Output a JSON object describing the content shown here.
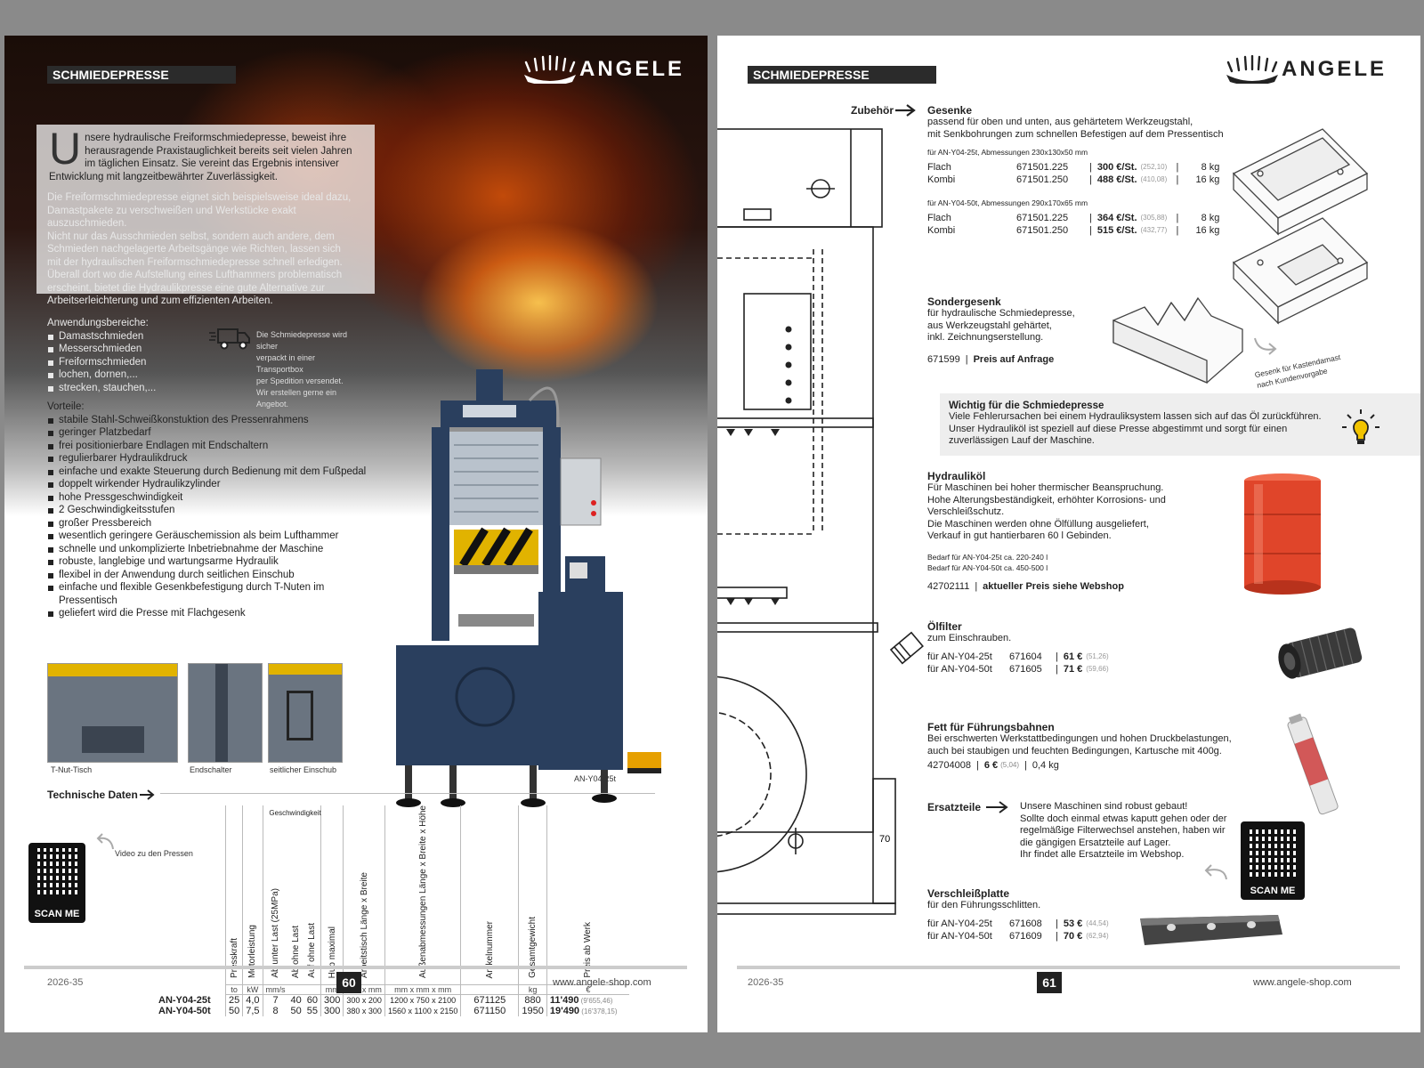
{
  "left": {
    "section_label": "SCHMIEDEPRESSE",
    "brand": "ANGELE",
    "intro_dropcap": "U",
    "intro_lines": [
      "nsere hydraulische Freiformschmiedepresse, beweist ihre",
      "herausragende Praxistauglichkeit bereits seit vielen Jahren",
      "im täglichen Einsatz. Sie vereint das Ergebnis intensiver",
      "Entwicklung mit langzeitbewährter Zuverlässigkeit."
    ],
    "para2": [
      "Die Freiformschmiedepresse eignet sich beispielsweise ideal dazu,",
      "Damastpakete zu verschweißen und Werkstücke exakt",
      "auszuschmieden.",
      "Nicht nur das Ausschmieden selbst, sondern auch andere, dem",
      "Schmieden nachgelagerte Arbeitsgänge wie Richten, lassen sich",
      "mit der hydraulischen Freiformschmiedepresse schnell erledigen.",
      "Überall dort wo die Aufstellung eines Lufthammers problematisch",
      "erscheint, bietet die Hydraulikpresse eine gute Alternative zur",
      "Arbeitserleichterung und zum effizienten Arbeiten."
    ],
    "uses_heading": "Anwendungsbereiche:",
    "uses": [
      "Damastschmieden",
      "Messerschmieden",
      "Freiformschmieden",
      "lochen, dornen,...",
      "strecken, stauchen,..."
    ],
    "shipping_note": [
      "Die Schmiedepresse wird sicher",
      "verpackt in einer Transportbox",
      "per Spedition versendet.",
      "Wir erstellen gerne ein Angebot."
    ],
    "adv_heading": "Vorteile:",
    "advantages": [
      "stabile Stahl-Schweißkonstuktion des Pressenrahmens",
      "geringer Platzbedarf",
      "frei positionierbare Endlagen mit Endschaltern",
      "regulierbarer Hydraulikdruck",
      "einfache und exakte Steuerung durch Bedienung mit dem Fußpedal",
      "doppelt wirkender Hydraulikzylinder",
      "hohe Pressgeschwindigkeit",
      "2 Geschwindigkeitsstufen",
      "großer Pressbereich",
      "wesentlich geringere Geräuschemission als beim Lufthammer",
      "schnelle und unkomplizierte Inbetriebnahme der Maschine",
      "robuste, langlebige und wartungsarme Hydraulik",
      "flexibel in der Anwendung durch seitlichen Einschub",
      "einfache und flexible Gesenkbefestigung durch T-Nuten im Pressentisch",
      "geliefert wird die Presse mit Flachgesenk"
    ],
    "thumb_captions": [
      "T-Nut-Tisch",
      "Endschalter",
      "seitlicher Einschub"
    ],
    "model_caption": "AN-Y04-25t",
    "tech_heading": "Technische Daten",
    "video_note": "Video zu den Pressen",
    "scan_label": "SCAN ME",
    "table": {
      "speed_group": "Geschwindigkeit",
      "headers": [
        "Presskraft",
        "Motorleistung",
        "Ab unter Last (25MPa)",
        "Ab ohne Last",
        "Auf ohne Last",
        "Hub maximal",
        "Arbeitstisch Länge x Breite",
        "Außenabmessungen Länge x Breite x Höhe",
        "Artikelnummer",
        "Gesamtgewicht",
        "Preis ab Werk"
      ],
      "units": [
        "to",
        "kW",
        "mm/s",
        "",
        "",
        "mm",
        "mm x mm",
        "mm x mm x mm",
        "",
        "kg",
        "€"
      ],
      "rows": [
        {
          "model": "AN-Y04-25t",
          "cells": [
            "25",
            "4,0",
            "7",
            "40",
            "60",
            "300",
            "300 x 200",
            "1200 x 750 x 2100",
            "671125",
            "880"
          ],
          "price": "11'490",
          "net": "(9'655,46)"
        },
        {
          "model": "AN-Y04-50t",
          "cells": [
            "50",
            "7,5",
            "8",
            "50",
            "55",
            "300",
            "380 x 300",
            "1560 x 1100 x 2150",
            "671150",
            "1950"
          ],
          "price": "19'490",
          "net": "(16'378,15)"
        }
      ]
    },
    "footer_year": "2026-35",
    "page_number": "60",
    "footer_url": "www.angele-shop.com"
  },
  "right": {
    "section_label": "SCHMIEDEPRESSE",
    "brand": "ANGELE",
    "zubehoer_label": "Zubehör",
    "gesenke": {
      "title": "Gesenke",
      "desc": [
        "passend für oben und unten, aus gehärtetem Werkzeugstahl,",
        "mit Senkbohrungen zum schnellen Befestigen auf dem Pressentisch"
      ],
      "group1": "für AN-Y04-25t, Abmessungen 230x130x50 mm",
      "rows1": [
        {
          "name": "Flach",
          "art": "671501.225",
          "price": "300 €/St.",
          "net": "(252,10)",
          "weight": "8 kg"
        },
        {
          "name": "Kombi",
          "art": "671501.250",
          "price": "488 €/St.",
          "net": "(410,08)",
          "weight": "16 kg"
        }
      ],
      "group2": "für AN-Y04-50t, Abmessungen 290x170x65 mm",
      "rows2": [
        {
          "name": "Flach",
          "art": "671501.225",
          "price": "364 €/St.",
          "net": "(305,88)",
          "weight": "8 kg"
        },
        {
          "name": "Kombi",
          "art": "671501.250",
          "price": "515 €/St.",
          "net": "(432,77)",
          "weight": "16 kg"
        }
      ]
    },
    "sondergesenk": {
      "title": "Sondergesenk",
      "desc": [
        "für hydraulische Schmiedepresse,",
        "aus Werkzeugstahl gehärtet,",
        "inkl. Zeichnungserstellung."
      ],
      "art": "671599",
      "price": "Preis auf Anfrage",
      "note": [
        "Gesenk für Kastendamast",
        "nach Kundenvorgabe"
      ]
    },
    "info": {
      "title": "Wichtig für die Schmiedepresse",
      "lines": [
        "Viele Fehlerursachen bei einem Hydrauliksystem lassen sich auf das Öl zurückführen.",
        "Unser Hydrauliköl ist speziell auf diese Presse abgestimmt und sorgt für einen",
        "zuverlässigen Lauf der Maschine."
      ]
    },
    "oil": {
      "title": "Hydrauliköl",
      "desc": [
        "Für Maschinen bei hoher thermischer Beanspruchung.",
        "Hohe Alterungsbeständigkeit, erhöhter Korrosions- und",
        "Verschleißschutz.",
        "Die Maschinen werden ohne Ölfüllung ausgeliefert,",
        "Verkauf in gut hantierbaren 60 l Gebinden."
      ],
      "need": [
        "Bedarf für AN-Y04-25t ca. 220-240 l",
        "Bedarf für AN-Y04-50t ca. 450-500 l"
      ],
      "art": "42702111",
      "price": "aktueller Preis siehe Webshop"
    },
    "filter": {
      "title": "Ölfilter",
      "desc": "zum Einschrauben.",
      "rows": [
        {
          "for": "für AN-Y04-25t",
          "art": "671604",
          "price": "61 €",
          "net": "(51,26)"
        },
        {
          "for": "für AN-Y04-50t",
          "art": "671605",
          "price": "71 €",
          "net": "(59,66)"
        }
      ]
    },
    "grease": {
      "title": "Fett für Führungsbahnen",
      "desc": [
        "Bei erschwerten Werkstattbedingungen und hohen Druckbelastungen,",
        "auch bei staubigen und feuchten Bedingungen, Kartusche mit 400g."
      ],
      "art": "42704008",
      "price": "6 €",
      "net": "(5,04)",
      "weight": "0,4 kg"
    },
    "spare": {
      "title": "Ersatzteile",
      "lines": [
        "Unsere Maschinen sind robust gebaut!",
        "Sollte doch einmal etwas kaputt gehen oder der",
        "regelmäßige Filterwechsel anstehen, haben wir",
        "die gängigen Ersatzteile auf Lager.",
        "Ihr findet alle Ersatzteile im Webshop."
      ]
    },
    "scan_label": "SCAN ME",
    "wear": {
      "title": "Verschleißplatte",
      "desc": "für den Führungsschlitten.",
      "rows": [
        {
          "for": "für AN-Y04-25t",
          "art": "671608",
          "price": "53 €",
          "net": "(44,54)"
        },
        {
          "for": "für AN-Y04-50t",
          "art": "671609",
          "price": "70 €",
          "net": "(62,94)"
        }
      ]
    },
    "footer_year": "2026-35",
    "page_number": "61",
    "footer_url": "www.angele-shop.com"
  },
  "colors": {
    "label_bg": "#2b2b2b",
    "oil_drum": "#e0452a",
    "bulb": "#f2c400"
  }
}
